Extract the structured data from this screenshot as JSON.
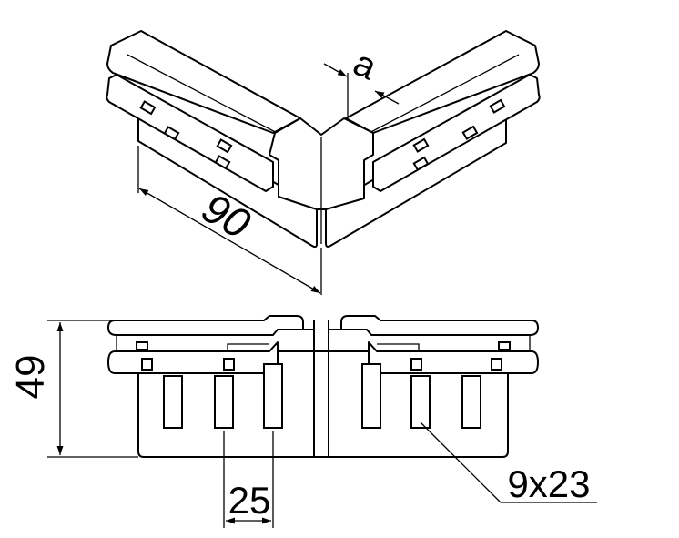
{
  "dimensions": {
    "length": "90",
    "height": "49",
    "slot_pitch": "25",
    "slot_size": "9x23",
    "sheet_thickness": "a"
  },
  "colors": {
    "line": "#000000",
    "background": "#ffffff"
  }
}
